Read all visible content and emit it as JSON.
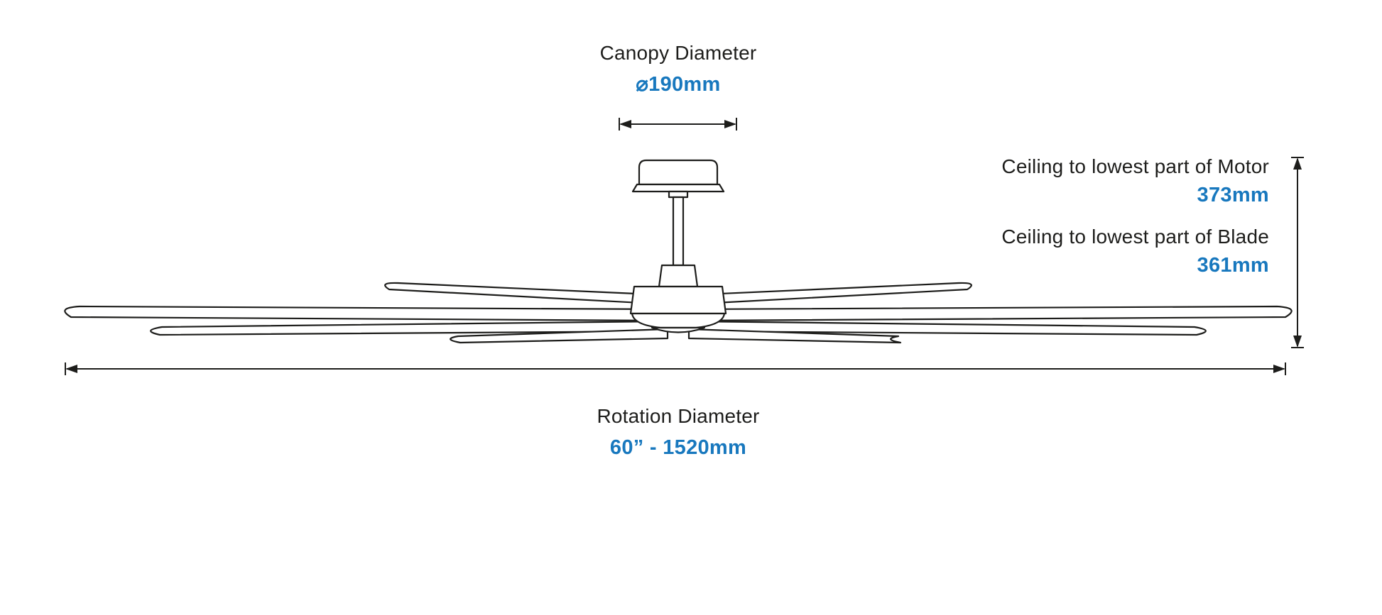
{
  "diagram_title": "Ceiling fan dimension diagram",
  "colors": {
    "accent": "#1878be",
    "ink": "#1d1d1b"
  },
  "dimensions": {
    "canopy": {
      "label": "Canopy Diameter",
      "value": "⌀190mm"
    },
    "motor_drop": {
      "label": "Ceiling to lowest part of Motor",
      "value": "373mm"
    },
    "blade_drop": {
      "label": "Ceiling to lowest part of Blade",
      "value": "361mm"
    },
    "rotation": {
      "label": "Rotation Diameter",
      "value": "60” - 1520mm"
    }
  }
}
